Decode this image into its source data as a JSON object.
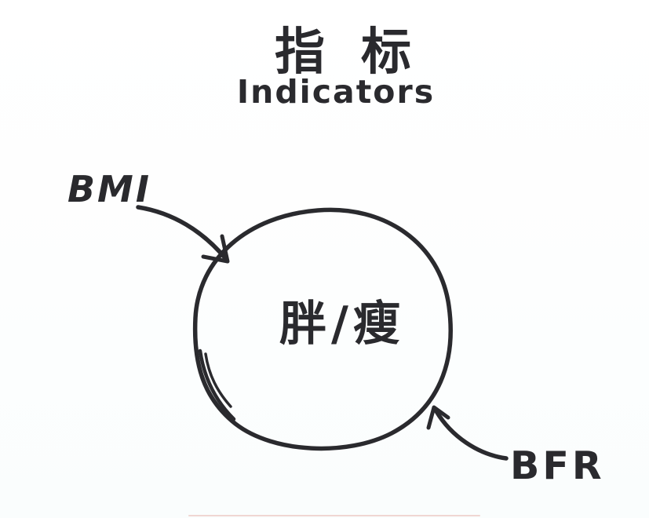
{
  "page": {
    "background": "#fdfefe",
    "ink_color": "#2a2a2e",
    "scan_line_color": "#e8b7af"
  },
  "diagram": {
    "title": {
      "zh": "指标",
      "en": "Indicators"
    },
    "node": {
      "label": "胖/瘦"
    },
    "annotations": {
      "bmi_label": "BMI",
      "bfr_label": "BFR"
    }
  }
}
